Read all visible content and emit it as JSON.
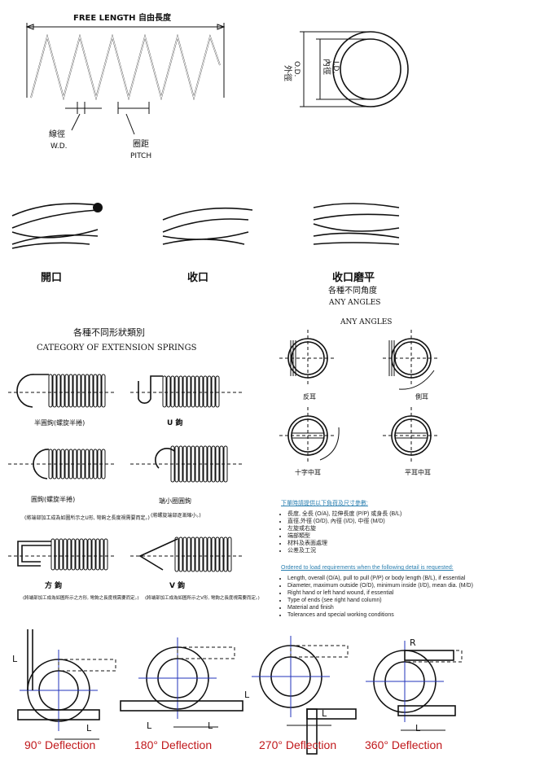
{
  "compression": {
    "free_length": "FREE LENGTH 自由長度",
    "wd_cn": "線徑",
    "wd": "W.D.",
    "pitch_cn": "圈距",
    "pitch": "PITCH",
    "od_cn": "外徑",
    "od": "O.D.",
    "id_cn": "內徑",
    "id": "I.D."
  },
  "ends": {
    "open": "開口",
    "closed": "收口",
    "ground": "收口磨平",
    "angles_cn": "各種不同角度",
    "angles": "ANY ANGLES"
  },
  "extension": {
    "title_cn": "各種不同形狀類別",
    "title": "CATEGORY OF EXTENSION SPRINGS",
    "hooks": [
      {
        "label": "半圓鉤(螺旋半捲)",
        "note": ""
      },
      {
        "label": "U 鉤",
        "note": ""
      },
      {
        "label": "圓鉤(螺旋半捲)",
        "note": "(將端部加工成為如圖所示之U形, 彎鉤之長度視需要而定。)"
      },
      {
        "label": "端小圈圓鉤",
        "note": "(將螺旋端部逐漸縮小。)"
      },
      {
        "label": "方 鉤",
        "note": "(將端部加工成為如圖所示之方形, 彎鉤之長度視需要而定。)"
      },
      {
        "label": "V 鉤",
        "note": "(將端部加工成為如圖所示之V形, 彎鉤之長度視需要而定。)"
      }
    ]
  },
  "angles": {
    "title": "ANY ANGLES",
    "items": [
      "反耳",
      "側耳",
      "十字中耳",
      "平耳中耳"
    ]
  },
  "requirements": {
    "heading_cn": "下單時請提供以下負荷及尺寸參數:",
    "items_cn": [
      "長度, 全長 (O/A), 拉伸長度 (P/P) 或身長 (B/L)",
      "直徑,外徑 (O/D), 內徑 (I/D), 中徑 (M/D)",
      "左旋或右旋",
      "端部類型",
      "材料及表面處理",
      "公差及工況"
    ],
    "heading": "Ordered to load requirements when the following detail is requested:",
    "items": [
      "Length, overall (O/A), pull to pull (P/P) or body length (B/L), if essential",
      "Diameter, maximum outside (O/D), minimum inside (I/D), mean dia. (M/D)",
      "Right hand or left hand wound, if essential",
      "Type of ends (see right hand column)",
      "Material and finish",
      "Tolerances and special working conditions"
    ]
  },
  "torsion": {
    "L": "L",
    "R": "R",
    "labels": [
      "90° Deflection",
      "180° Deflection",
      "270° Deflection",
      "360° Deflection"
    ]
  },
  "colors": {
    "deflection": "#c0181b",
    "axis": "#2233bb",
    "link": "#2a7fb0"
  }
}
